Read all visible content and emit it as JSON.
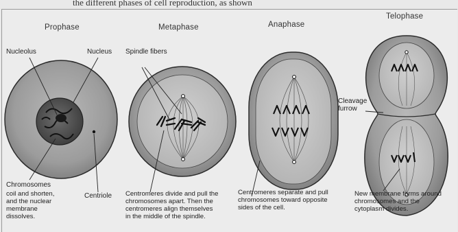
{
  "intro_text": "the different phases of cell reproduction, as shown",
  "phases": {
    "prophase": "Prophase",
    "metaphase": "Metaphase",
    "anaphase": "Anaphase",
    "telophase": "Telophase"
  },
  "labels": {
    "nucleolus": "Nucleolus",
    "nucleus": "Nucleus",
    "spindle_fibers": "Spindle fibers",
    "cleavage_furrow_line1": "Cleavage",
    "cleavage_furrow_line2": "furrow",
    "chromosomes": "Chromosomes",
    "centriole": "Centriole"
  },
  "captions": {
    "prophase": "coil and shorten,\nand the nuclear\nmembrane\ndissolves.",
    "metaphase": "Centromeres divide and pull the\nchromosomes apart. Then the\ncentromeres align themselves\nin the middle of the spindle.",
    "anaphase": "Centromeres separate and pull\nchromosomes toward opposite\nsides of the cell.",
    "telophase": "New membrane forms around\nchromosomes and the\ncytoplasm divides."
  },
  "colors": {
    "cytoplasm": "#9e9e9e",
    "cell_edge": "#2b2b2b",
    "nucleus": "#5a5a5a",
    "chromosome": "#1a1a1a",
    "background": "#ececec"
  }
}
